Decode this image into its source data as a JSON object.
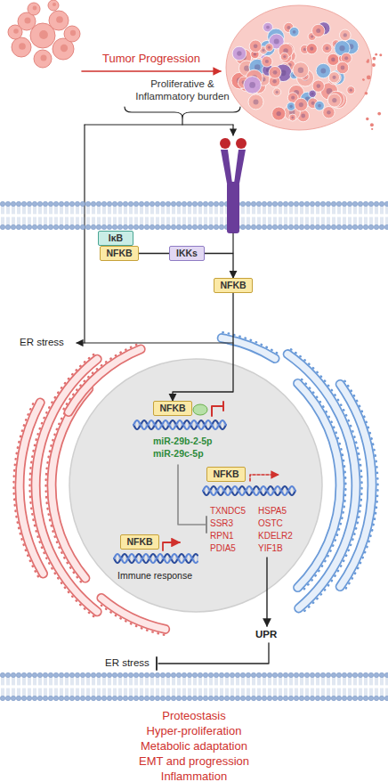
{
  "diagram": {
    "nodes": [
      {
        "text": [
          "IκB"
        ]
      },
      {
        "text": [
          "NFKB"
        ]
      },
      {
        "text": [
          "IKKs"
        ]
      },
      {
        "text": [
          "NFKB"
        ]
      },
      {
        "text": [
          "NFKB"
        ]
      },
      {
        "text": [
          "NFKB"
        ]
      },
      {
        "text": [
          "NFKB"
        ]
      }
    ],
    "edges": [
      {
        "from": 1,
        "to": 3,
        "arrow": "to"
      },
      {
        "from": 3,
        "to": 4,
        "arrow": "to"
      }
    ],
    "labels": [
      "Tumor Progression",
      "Proliferative & Inflammatory burden",
      "ER stress",
      "miR-29b-2-5p",
      "miR-29c-5p",
      "TXNDC5",
      "HSPA5",
      "SSR3",
      "OSTC",
      "RPN1",
      "KDELR2",
      "PDIA5",
      "YIF1B",
      "Immune response",
      "UPR",
      "ER stress",
      "Proteostasis",
      "Hyper-proliferation",
      "Metabolic adaptation",
      "EMT and progression",
      "Inflammation"
    ]
  }
}
